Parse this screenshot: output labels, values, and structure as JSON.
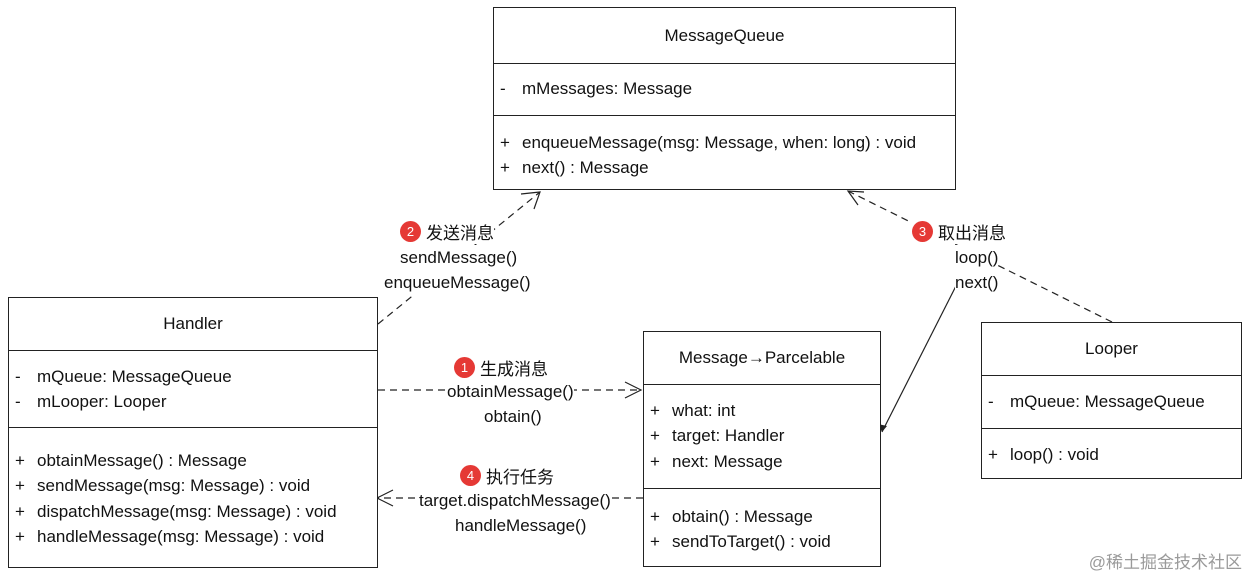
{
  "classes": {
    "message_queue": {
      "title": "MessageQueue",
      "fields": [
        {
          "vis": "-",
          "text": "mMessages: Message"
        }
      ],
      "methods": [
        {
          "vis": "+",
          "text": "enqueueMessage(msg: Message, when: long) : void"
        },
        {
          "vis": "+",
          "text": "next() : Message"
        }
      ]
    },
    "handler": {
      "title": "Handler",
      "fields": [
        {
          "vis": "-",
          "text": "mQueue: MessageQueue"
        },
        {
          "vis": "-",
          "text": "mLooper: Looper"
        }
      ],
      "methods": [
        {
          "vis": "+",
          "text": "obtainMessage() : Message"
        },
        {
          "vis": "+",
          "text": "sendMessage(msg: Message) : void"
        },
        {
          "vis": "+",
          "text": "dispatchMessage(msg: Message) : void"
        },
        {
          "vis": "+",
          "text": "handleMessage(msg: Message) : void"
        }
      ]
    },
    "message": {
      "title": "Message→Parcelable",
      "fields": [
        {
          "vis": "+",
          "text": "what: int"
        },
        {
          "vis": "+",
          "text": "target: Handler"
        },
        {
          "vis": "+",
          "text": "next: Message"
        }
      ],
      "methods": [
        {
          "vis": "+",
          "text": "obtain() : Message"
        },
        {
          "vis": "+",
          "text": "sendToTarget() : void"
        }
      ]
    },
    "looper": {
      "title": "Looper",
      "fields": [
        {
          "vis": "-",
          "text": "mQueue: MessageQueue"
        }
      ],
      "methods": [
        {
          "vis": "+",
          "text": "loop() : void"
        }
      ]
    }
  },
  "steps": {
    "s1": {
      "num": "1",
      "label": "生成消息",
      "calls": [
        "obtainMessage()",
        "obtain()"
      ]
    },
    "s2": {
      "num": "2",
      "label": "发送消息",
      "calls": [
        "sendMessage()",
        "enqueueMessage()"
      ]
    },
    "s3": {
      "num": "3",
      "label": "取出消息",
      "calls": [
        "loop()",
        "next()"
      ]
    },
    "s4": {
      "num": "4",
      "label": "执行任务",
      "calls": [
        "target.dispatchMessage()",
        "handleMessage()"
      ]
    }
  },
  "watermark": "@稀土掘金技术社区",
  "colors": {
    "badge": "#e53935",
    "line": "#222222"
  }
}
